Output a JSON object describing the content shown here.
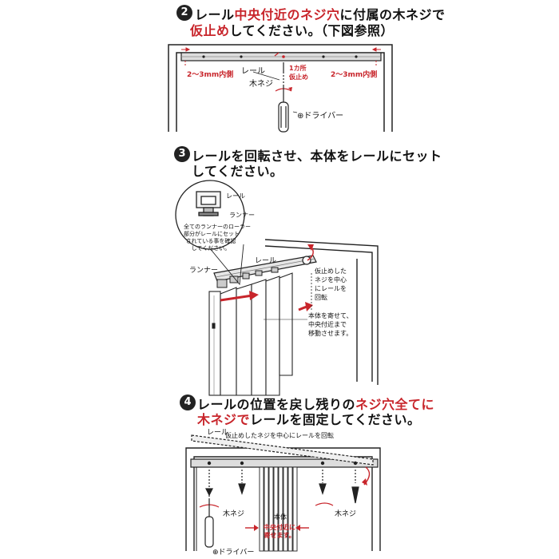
{
  "step2": {
    "num": "2",
    "l1a": "レール",
    "l1b": "中央付近のネジ穴",
    "l1c": "に付属の木ネジで",
    "l2a": "仮止め",
    "l2b": "してください。（下図参照）",
    "rail": "レール",
    "one_place": "1カ所",
    "temp": "仮止め",
    "inner_left": "2～3mm内側",
    "inner_right": "2～3mm内側",
    "screw": "木ネジ",
    "driver": "⊕ドライバー"
  },
  "step3": {
    "num": "3",
    "l1": "レールを回転させ、本体をレールにセット",
    "l2": "してください。",
    "detail_rail": "レール",
    "detail_runner": "ランナー",
    "detail_note1": "全てのランナーのローラー",
    "detail_note2": "部分がレールにセット",
    "detail_note3": "されている事を確認",
    "detail_note4": "してください。",
    "rail": "レール",
    "runner": "ランナー",
    "rot1": "仮止めした",
    "rot2": "ネジを中心",
    "rot3": "にレールを",
    "rot4": "回転",
    "mv1": "本体を寄せて、",
    "mv2": "中央付近まで",
    "mv3": "移動させます。"
  },
  "step4": {
    "num": "4",
    "l1a": "レールの位置を戻し残りの",
    "l1b": "ネジ穴全てに",
    "l2a": "木ネジで",
    "l2b": "レールを固定してください。",
    "rail": "レール",
    "rotate_note": "仮止めしたネジを中心にレールを回転",
    "screw_left": "木ネジ",
    "screw_right": "木ネジ",
    "body": "本体",
    "center1": "中央付近に",
    "center2": "寄せます。",
    "driver": "⊕ドライバー"
  },
  "colors": {
    "accent": "#c8252b",
    "ink": "#111111"
  }
}
